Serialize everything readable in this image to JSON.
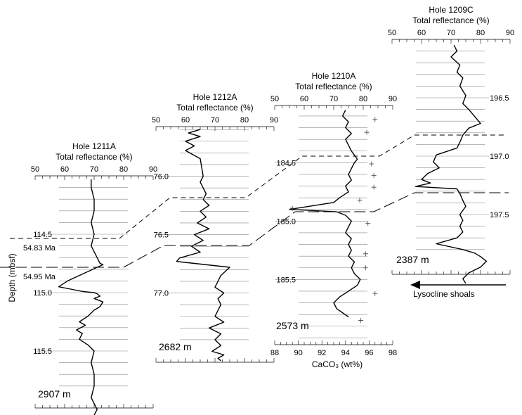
{
  "y_axis_label": "Depth (mbsf)",
  "chart_data": [
    {
      "type": "line",
      "hole": "Hole 1211A",
      "title": "Total reflectance (%)",
      "water_depth": "2907 m",
      "x_ticks": [
        "50",
        "60",
        "70",
        "80",
        "90"
      ],
      "xlim": [
        50,
        90
      ],
      "depth_ticks": [
        "114.5",
        "115.0",
        "115.5"
      ],
      "ages": [
        "54.83 Ma",
        "54.95 Ma"
      ],
      "series": [
        {
          "x": [
            69,
            69,
            70,
            70,
            69,
            70,
            69,
            71,
            72,
            73,
            61,
            58,
            62,
            66,
            70,
            71,
            72,
            70,
            73,
            72,
            70,
            68,
            65,
            67,
            64,
            66,
            65,
            68,
            70,
            69,
            70,
            70,
            69,
            71,
            70,
            70,
            69,
            70
          ],
          "y": [
            114.03,
            114.1,
            114.2,
            114.3,
            114.4,
            114.5,
            114.6,
            114.7,
            114.75,
            114.76,
            114.9,
            114.95,
            114.97,
            114.99,
            115.0,
            115.01,
            115.03,
            115.05,
            115.08,
            115.12,
            115.15,
            115.2,
            115.25,
            115.28,
            115.32,
            115.35,
            115.4,
            115.45,
            115.5,
            115.6,
            115.7,
            115.8,
            115.9,
            116.0,
            116.05,
            116.1,
            116.15,
            116.2
          ]
        }
      ]
    },
    {
      "type": "line",
      "hole": "Hole 1212A",
      "title": "Total reflectance (%)",
      "water_depth": "2682 m",
      "x_ticks": [
        "50",
        "60",
        "70",
        "80",
        "90"
      ],
      "xlim": [
        50,
        90
      ],
      "depth_ticks": [
        "76.0",
        "76.5",
        "77.0"
      ],
      "series": [
        {
          "x": [
            65,
            61,
            65,
            60,
            63,
            60,
            65,
            66,
            65,
            66,
            67,
            66,
            68,
            65,
            67,
            64,
            68,
            63,
            66,
            62,
            65,
            58,
            57,
            75,
            72,
            70,
            73,
            71,
            72,
            70,
            73,
            68,
            72,
            70,
            72,
            69,
            73,
            71,
            72
          ],
          "y": [
            75.6,
            75.63,
            75.66,
            75.7,
            75.74,
            75.78,
            75.85,
            76.0,
            76.05,
            76.1,
            76.15,
            76.2,
            76.25,
            76.3,
            76.35,
            76.4,
            76.45,
            76.5,
            76.55,
            76.6,
            76.65,
            76.7,
            76.73,
            76.78,
            76.85,
            76.95,
            77.0,
            77.05,
            77.1,
            77.2,
            77.25,
            77.3,
            77.35,
            77.4,
            77.45,
            77.5,
            77.53,
            77.56,
            77.58
          ]
        }
      ]
    },
    {
      "type": "line",
      "hole": "Hole 1210A",
      "title": "Total reflectance (%)",
      "water_depth": "2573 m",
      "x_ticks": [
        "50",
        "60",
        "70",
        "80",
        "90"
      ],
      "xlim": [
        50,
        90
      ],
      "depth_ticks": [
        "184.5",
        "185.0",
        "185.5"
      ],
      "ages": [],
      "series": [
        {
          "x": [
            74,
            73,
            75,
            74,
            76,
            74,
            75,
            76,
            78,
            77,
            76,
            75,
            76,
            74,
            75,
            72,
            70,
            60,
            55,
            71,
            74,
            76,
            75,
            74,
            76,
            75,
            76,
            75,
            77,
            76,
            77,
            79,
            78,
            75,
            72,
            70,
            71,
            75
          ],
          "y": [
            184.05,
            184.1,
            184.15,
            184.2,
            184.25,
            184.3,
            184.35,
            184.4,
            184.47,
            184.5,
            184.55,
            184.6,
            184.65,
            184.7,
            184.75,
            184.8,
            184.84,
            184.88,
            184.9,
            184.92,
            184.95,
            185.0,
            185.05,
            185.1,
            185.15,
            185.2,
            185.25,
            185.3,
            185.35,
            185.4,
            185.45,
            185.5,
            185.55,
            185.6,
            185.65,
            185.7,
            185.75,
            185.82
          ]
        },
        {
          "name": "CaCO3",
          "type": "scatter",
          "x": [
            96.5,
            95.8,
            96.2,
            96.4,
            96.4,
            95.2,
            89.5,
            95.9,
            95.7,
            95.7,
            96.5,
            95.3
          ],
          "y": [
            184.13,
            184.24,
            184.51,
            184.61,
            184.71,
            184.82,
            184.89,
            185.02,
            185.28,
            185.4,
            185.62,
            185.85
          ]
        }
      ],
      "x2_label": "CaCO₃ (wt%)",
      "x2_ticks": [
        "88",
        "90",
        "92",
        "94",
        "96",
        "98"
      ],
      "x2lim": [
        88,
        98
      ]
    },
    {
      "type": "line",
      "hole": "Hole 1209C",
      "title": "Total reflectance (%)",
      "water_depth": "2387 m",
      "x_ticks": [
        "50",
        "60",
        "70",
        "80",
        "90"
      ],
      "xlim": [
        50,
        90
      ],
      "depth_ticks": [
        "196.5",
        "197.0",
        "197.5"
      ],
      "series": [
        {
          "x": [
            71,
            72,
            70,
            73,
            72,
            74,
            73,
            75,
            74,
            76,
            78,
            80,
            76,
            74,
            73,
            72,
            65,
            64,
            66,
            62,
            60,
            63,
            58,
            72,
            73,
            74,
            75,
            73,
            74,
            73,
            74,
            72,
            65,
            74,
            78,
            80,
            82,
            80,
            76,
            74,
            75
          ],
          "y": [
            196.05,
            196.1,
            196.15,
            196.22,
            196.28,
            196.33,
            196.4,
            196.48,
            196.55,
            196.6,
            196.66,
            196.72,
            196.76,
            196.82,
            196.88,
            196.93,
            196.99,
            197.05,
            197.1,
            197.15,
            197.2,
            197.23,
            197.26,
            197.28,
            197.32,
            197.38,
            197.43,
            197.5,
            197.55,
            197.6,
            197.65,
            197.7,
            197.75,
            197.8,
            197.83,
            197.86,
            197.9,
            197.95,
            198.0,
            198.05,
            198.09
          ]
        }
      ],
      "annotation": "Lysocline shoals"
    }
  ]
}
